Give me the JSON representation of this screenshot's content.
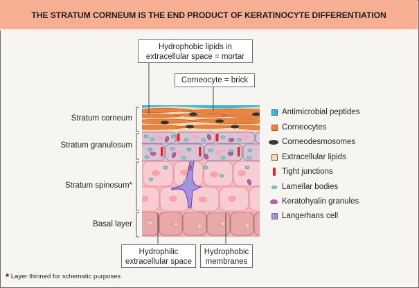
{
  "header": {
    "title": "THE STRATUM CORNEUM IS THE END PRODUCT OF KERATINOCYTE DIFFERENTIATION"
  },
  "callouts": {
    "mortar_line1": "Hydrophobic lipids in",
    "mortar_line2": "extracellular space = mortar",
    "brick": "Corneocyte = brick",
    "hydrophilic_line1": "Hydrophilic",
    "hydrophilic_line2": "extracellular space",
    "hydrophobic_line1": "Hydrophobic",
    "hydrophobic_line2": "membranes"
  },
  "layers": [
    {
      "label": "Stratum corneum"
    },
    {
      "label": "Stratum granulosum"
    },
    {
      "label": "Stratum spinosum*"
    },
    {
      "label": "Basal layer"
    }
  ],
  "legend": [
    {
      "label": "Antimicrobial peptides",
      "icon": "square-icon",
      "color": "#3bb6dc"
    },
    {
      "label": "Corneocytes",
      "icon": "square-icon",
      "color": "#e8843f"
    },
    {
      "label": "Corneodesmosomes",
      "icon": "ellipse-icon",
      "color": "#3a3a3a"
    },
    {
      "label": "Extracellular lipids",
      "icon": "square-icon",
      "color": "#fbd7b4"
    },
    {
      "label": "Tight junctions",
      "icon": "capsule-icon",
      "color": "#e8232c"
    },
    {
      "label": "Lamellar bodies",
      "icon": "oval-icon",
      "color": "#8ccfd8"
    },
    {
      "label": "Keratohyalin granules",
      "icon": "bean-icon",
      "color": "#b164a5"
    },
    {
      "label": "Langerhans cell",
      "icon": "square-icon",
      "color": "#a58fd0"
    }
  ],
  "footnote": {
    "star": "*",
    "text": "Layer thinned for schematic purposes"
  },
  "colors": {
    "header_bg": "#f7af93",
    "page_bg": "#f6f5f1",
    "spinous_cell": "#f6c1c5",
    "basal_cell": "#e7a6a9",
    "granular_cell": "#dcc6d6",
    "langerhans": "#7b5fc4"
  }
}
